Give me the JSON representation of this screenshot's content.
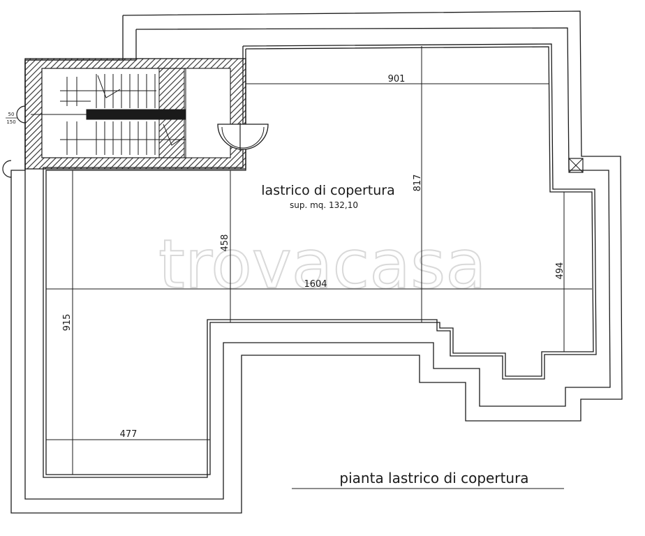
{
  "plan": {
    "room_label": "lastrico di copertura",
    "area_label": "sup. mq. 132,10",
    "caption": "pianta lastrico di copertura",
    "watermark": "trovacasa"
  },
  "dimensions": {
    "top_width": "901",
    "right_height_upper": "817",
    "inner_height": "458",
    "total_width": "1604",
    "right_height_lower": "494",
    "left_height": "915",
    "bottom_width": "477"
  },
  "stair_note": {
    "numerator": "50",
    "denominator": "150"
  },
  "colors": {
    "line": "#1a1a1a",
    "hatch": "#2a2a2a",
    "watermark": "#d9d9d9"
  }
}
